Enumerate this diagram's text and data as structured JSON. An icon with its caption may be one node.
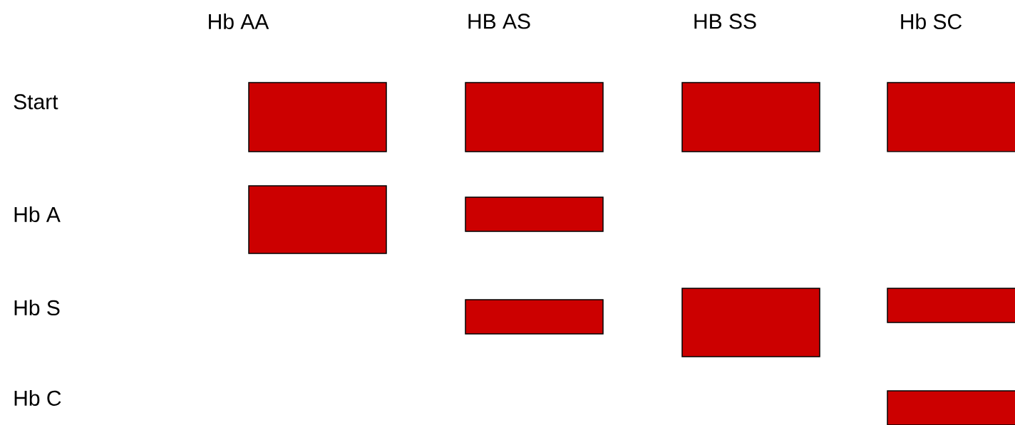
{
  "diagram": {
    "nodes": [
      {
        "text": [],
        "shape": "bar"
      },
      {
        "text": [],
        "shape": "bar"
      },
      {
        "text": [],
        "shape": "bar"
      },
      {
        "text": [],
        "shape": "bar"
      },
      {
        "text": [],
        "shape": "bar"
      },
      {
        "text": [],
        "shape": "bar"
      },
      {
        "text": [],
        "shape": "bar"
      },
      {
        "text": [],
        "shape": "bar"
      },
      {
        "text": [],
        "shape": "bar"
      },
      {
        "text": [],
        "shape": "bar"
      }
    ],
    "labels": [
      "Hb AA",
      "HB AS",
      "HB SS",
      "Hb SC",
      "Start",
      "Hb A",
      "Hb S",
      "Hb C"
    ]
  }
}
